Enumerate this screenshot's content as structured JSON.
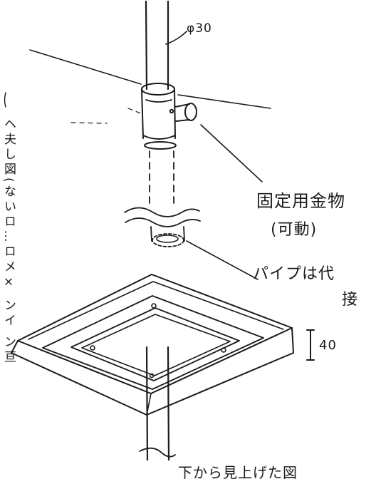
{
  "labels": {
    "diameter": "φ30",
    "fitting_line1": "固定用金物",
    "fitting_line2": "(可動)",
    "pipe_note_line1": "パイプは代",
    "pipe_note_line2": "接",
    "height_dim": "40",
    "caption": "下から見上げた図"
  },
  "margin_note": {
    "text": "ヘ夫し図(ないロ…ロメ×  ンイ ン亘"
  },
  "colors": {
    "ink": "#1b1b1b",
    "paper": "#ffffff"
  }
}
